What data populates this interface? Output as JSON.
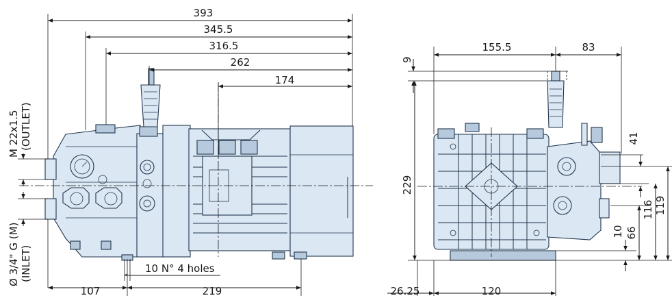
{
  "side_view": {
    "dims_top": [
      "393",
      "345.5",
      "316.5",
      "262",
      "174"
    ],
    "dims_bottom": [
      "107",
      "219"
    ],
    "holes_label": "10 N° 4 holes",
    "outlet_thread": "M 22x1.5",
    "outlet_label": "(OUTLET)",
    "inlet_thread": "Ø 3/4\" G (M)",
    "inlet_label": "(INLET)"
  },
  "end_view": {
    "dims_top": [
      "9",
      "155.5",
      "83"
    ],
    "dim_height": "229",
    "dims_right": [
      "41",
      "10",
      "66",
      "116",
      "119"
    ],
    "dims_bottom": [
      "26.25",
      "120"
    ]
  }
}
